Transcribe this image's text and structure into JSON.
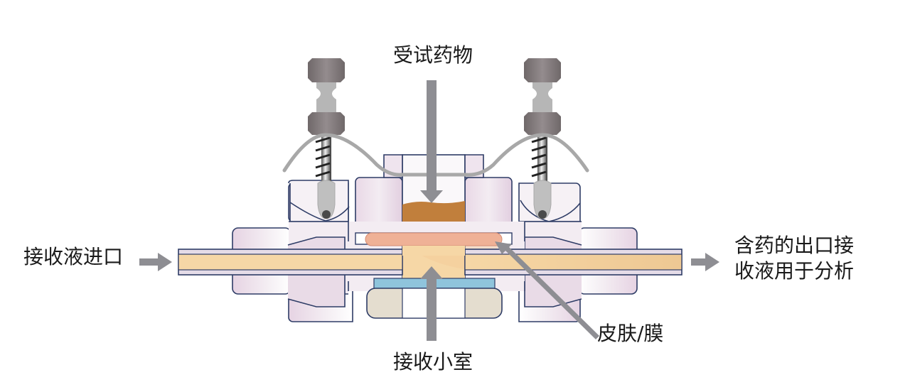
{
  "title": "Franz diffusion cell schematic",
  "labels": {
    "test_drug": "受试药物",
    "receptor_inlet": "接收液进口",
    "outlet_line1": "含药的出口接",
    "outlet_line2": "收液用于分析",
    "receptor_chamber": "接收小室",
    "skin_membrane": "皮肤/膜"
  },
  "colors": {
    "arrow": "#8e8e93",
    "outline": "#2e3c66",
    "body_fill": "#ecdfe9",
    "drug": "#c17f3c",
    "membrane": "#efb196",
    "receptor_fluid": "#f6d7a6",
    "stir_bar_blue": "#8fc4dc",
    "cap_beige": "#e4ddcf",
    "screw_knob": "#7d7577",
    "clamp_wire": "#a8a8a8"
  }
}
